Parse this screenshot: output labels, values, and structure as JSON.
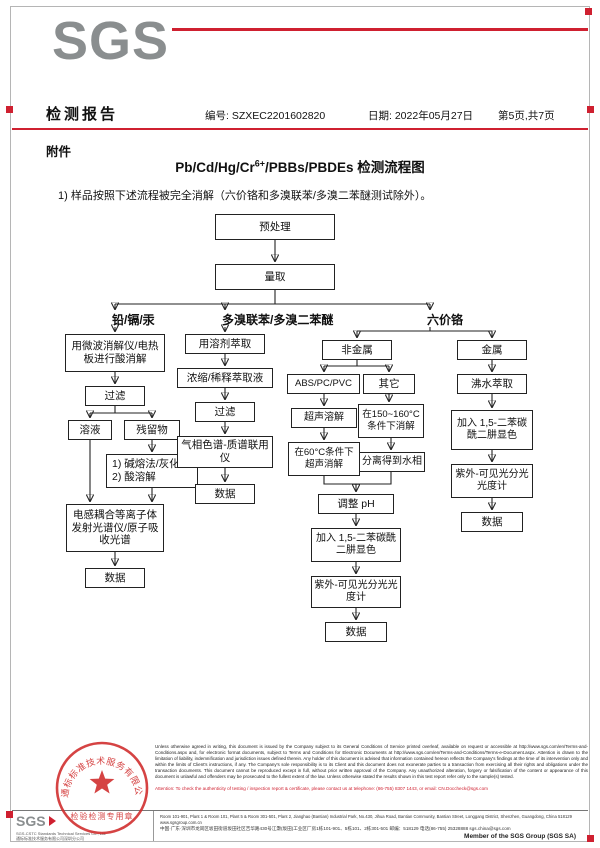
{
  "logo": {
    "text": "SGS"
  },
  "header": {
    "report_title": "检测报告",
    "report_no": "编号: SZXEC2201602820",
    "date": "日期: 2022年05月27日",
    "pages": "第5页,共7页"
  },
  "body": {
    "attachment": "附件",
    "title_p1": "Pb/Cd/Hg/Cr",
    "title_sup": "6+",
    "title_p2": "/PBBs/PBDEs 检测流程图",
    "note": "1)   样品按照下述流程被完全消解（六价铬和多溴联苯/多溴二苯醚测试除外）。"
  },
  "flowchart": {
    "pre": "预处理",
    "measure": "量取",
    "lbl_left": "铅/镉/汞",
    "lbl_mid": "多溴联苯/多溴二苯醚",
    "lbl_right": "六价铬",
    "acid": "用微波消解仪/电热板进行酸消解",
    "filter1": "过滤",
    "solution": "溶液",
    "residue": "残留物",
    "alkali_1": "1) 碱熔法/灰化",
    "alkali_2": "2) 酸溶解",
    "icp": "电感耦合等离子体发射光谱仪/原子吸收光谱",
    "data1": "数据",
    "solvent": "用溶剂萃取",
    "concentrate": "浓缩/稀释萃取液",
    "filter2": "过滤",
    "gcms": "气相色谱-质谱联用仪",
    "data2": "数据",
    "nonmetal": "非金属",
    "metal": "金属",
    "abs": "ABS/PC/PVC",
    "other": "其它",
    "ultrasonic": "超声溶解",
    "cond150": "在150~160°C条件下消解",
    "cond60": "在60°C条件下超声消解",
    "separate": "分离得到水相",
    "adjust_ph": "调整 pH",
    "add_reagent_mid": "加入 1,5-二苯碳酰二肼显色",
    "uv_mid": "紫外-可见光分光光度计",
    "data3": "数据",
    "boiling": "沸水萃取",
    "add_reagent_right": "加入 1,5-二苯碳酰二肼显色",
    "uv_right": "紫外-可见光分光光度计",
    "data4": "数据"
  },
  "stamp": {
    "ring_text": "通标标准技术服务有限公司深圳分公司",
    "center_label": "检验检测专用章"
  },
  "footer": {
    "terms": "Unless otherwise agreed in writing, this document is issued by the Company subject to its General Conditions of Service printed overleaf, available on request or accessible at http://www.sgs.com/en/Terms-and-Conditions.aspx and, for electronic format documents, subject to Terms and Conditions for Electronic Documents at http://www.sgs.com/en/Terms-and-Conditions/Terms-e-Document.aspx. Attention is drawn to the limitation of liability, indemnification and jurisdiction issues defined therein. Any holder of this document is advised that information contained hereon reflects the Company's findings at the time of its intervention only and within the limits of Client's instructions, if any. The Company's sole responsibility is to its Client and this document does not exonerate parties to a transaction from exercising all their rights and obligations under the transaction documents. This document cannot be reproduced except in full, without prior written approval of the Company. Any unauthorized alteration, forgery or falsification of the content or appearance of this document is unlawful and offenders may be prosecuted to the fullest extent of the law. Unless otherwise stated the results shown in this test report refer only to the sample(s) tested.",
    "attention": "Attention: To check the authenticity of testing / inspection report & certificate, please contact us at telephone: (86-755) 8307 1443, or email: CN.Doccheck@sgs.com",
    "company_line1": "SGS-CSTC Standards Technical Services Co., Ltd.",
    "company_line2": "通标标准技术服务有限公司深圳分公司",
    "address_en": "Room 101-901, Plant 1 & Room 101, Plant 5 & Room 301-501, Plant 2, Jianghao (Bantian) Industrial Park, No.430, Jihua Road, Bantian Community, Bantian Street, Longgang District, Shenzhen, Guangdong, China 518129    www.sgsgroup.com.cn",
    "address_cn": "中国·广东·深圳市龙岗区坂田街道坂田社区吉华路430号江灏(坂田)工业区厂房1栋101-901、5栋101、2栋301-501   邮编：518129   电话(86-755) 25328888   sgs.china@sgs.com",
    "member": "Member of the SGS Group (SGS SA)"
  }
}
